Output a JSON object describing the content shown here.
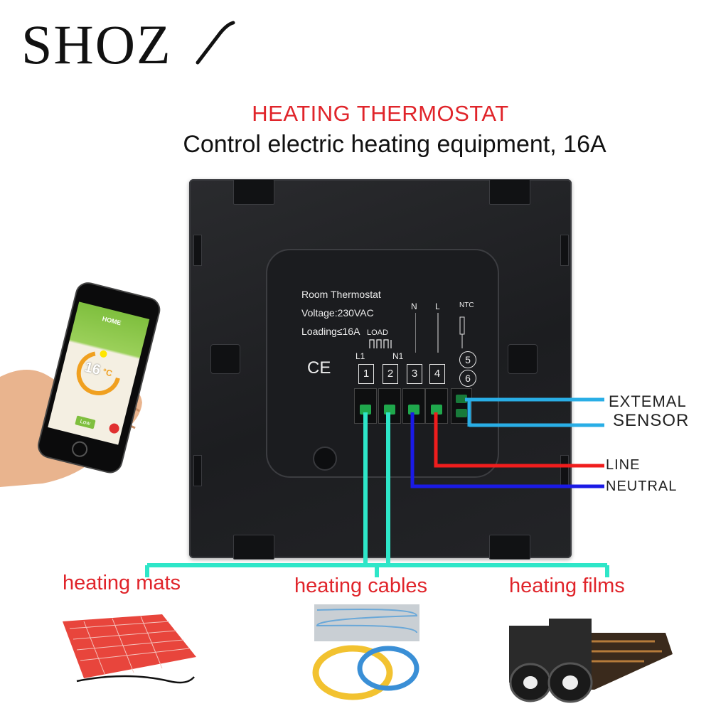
{
  "brand": {
    "logo_text": "SHOZ",
    "logo_icon": "brand-slash-mark"
  },
  "header": {
    "title": "HEATING THERMOSTAT",
    "subtitle": "Control electric heating equipment, 16A"
  },
  "device": {
    "name": "Room Thermostat",
    "voltage": "Voltage:230VAC",
    "loading": "Loading≤16A",
    "ce_mark": "CE",
    "load_label": "LOAD",
    "l1": "L1",
    "n1": "N1",
    "n": "N",
    "l": "L",
    "ntc": "NTC",
    "terminals": [
      "1",
      "2",
      "3",
      "4"
    ],
    "ntc_terminals": [
      "5",
      "6"
    ]
  },
  "wiring": {
    "external_sensor_line1": "EXTEMAL",
    "external_sensor_line2": "SENSOR",
    "line": "LINE",
    "neutral": "NEUTRAL",
    "colors": {
      "sensor": "#29aee6",
      "line": "#f01d1d",
      "neutral": "#1a1ae6",
      "load": "#2ee6c8"
    }
  },
  "applications": {
    "mats": "heating mats",
    "cables": "heating cables",
    "films": "heating films"
  },
  "phone": {
    "screen_title": "HOME",
    "temperature": "16",
    "unit": "°C",
    "mode": "Low"
  }
}
